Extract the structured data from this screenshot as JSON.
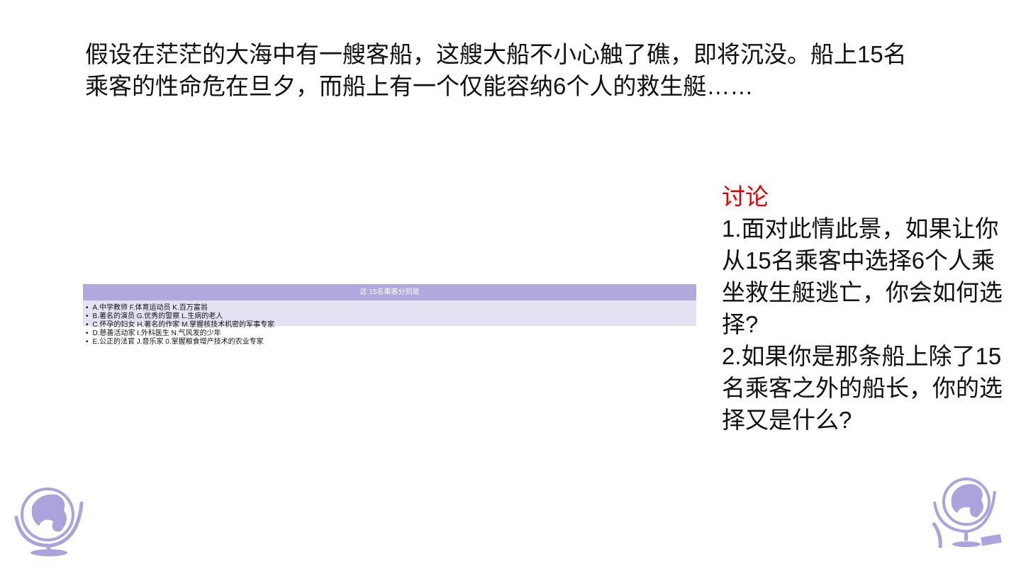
{
  "title": "假设在茫茫的大海中有一艘客船，这艘大船不小心触了礁，即将沉没。船上15名乘客的性命危在旦夕，而船上有一个仅能容纳6个人的救生艇……",
  "table": {
    "header": "这 15名乘客分别是",
    "rows": [
      "A.中学教师 F.体育运动员 K.百万富翁",
      "B.著名的演员 G.优秀的警察 L.生病的老人",
      "C.怀孕的妇女 H.著名的作家 M.掌握核技术机密的军事专家",
      "D.慈善活动家 I.外科医生 N.气风发的少年",
      "E.公正的法官 J.音乐家 0.掌握粮食增产技术的农业专家"
    ]
  },
  "discussion": {
    "heading": "讨论",
    "q1": "1.面对此情此景，如果让你从15名乘客中选择6个人乘坐救生艇逃亡，你会如何选择?",
    "q2": "2.如果你是那条船上除了15名乘客之外的船长，你的选择又是什么?"
  },
  "colors": {
    "accent": "#b1a8de",
    "heading": "#e60000"
  }
}
